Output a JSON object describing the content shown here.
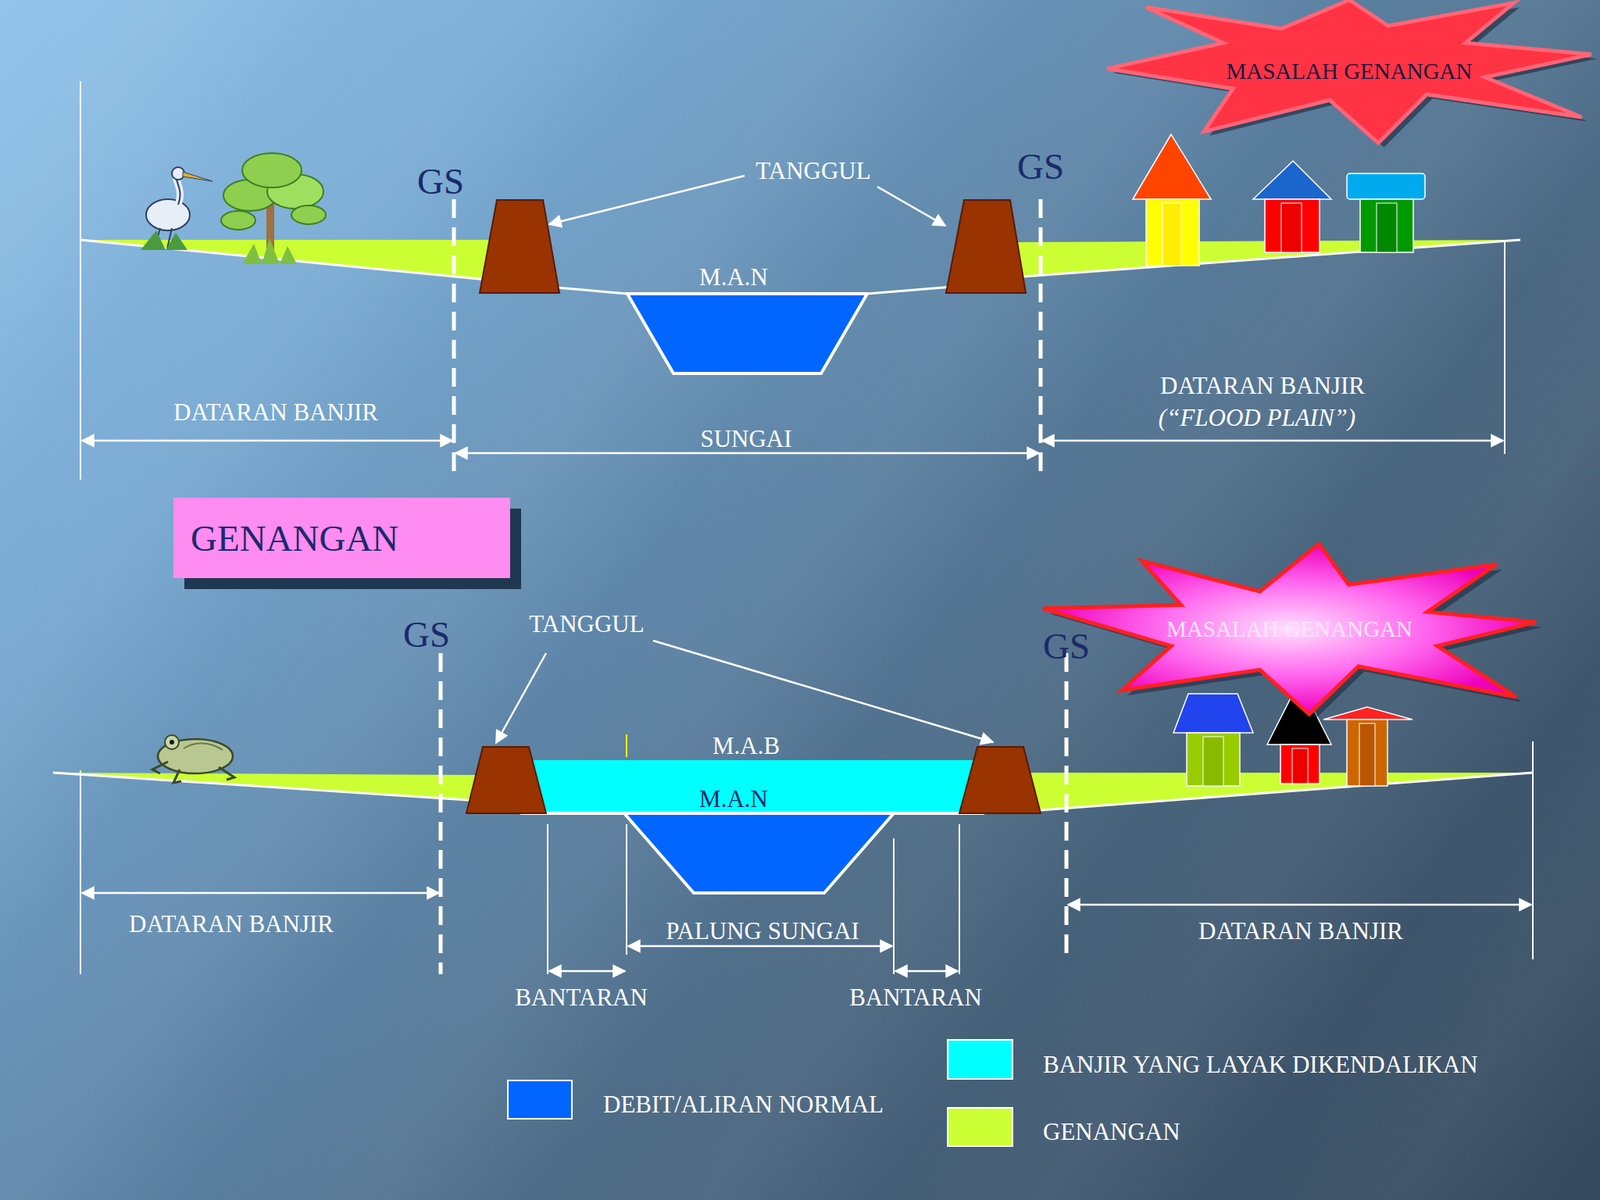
{
  "diagram": {
    "nodes": [
      {
        "text": [
          "MASALAH GENANGAN"
        ]
      },
      {
        "text": [
          "GENANGAN"
        ]
      },
      {
        "text": [
          "MASALAH GENANGAN"
        ]
      }
    ],
    "labels": [
      "GS",
      "TANGGUL",
      "GS",
      "M.A.N",
      "DATARAN BANJIR",
      "SUNGAI",
      "DATARAN BANJIR",
      "(“FLOOD PLAIN”)",
      "GS",
      "TANGGUL",
      "GS",
      "M.A.B",
      "M.A.N",
      "DATARAN BANJIR",
      "PALUNG SUNGAI",
      "DATARAN BANJIR",
      "BANTARAN",
      "BANTARAN"
    ],
    "legend": [
      {
        "text": "DEBIT/ALIRAN NORMAL",
        "color": "#0066ff"
      },
      {
        "text": "BANJIR YANG LAYAK DIKENDALIKAN",
        "color": "#00ffff"
      },
      {
        "text": "GENANGAN",
        "color": "#ccff33"
      }
    ]
  }
}
